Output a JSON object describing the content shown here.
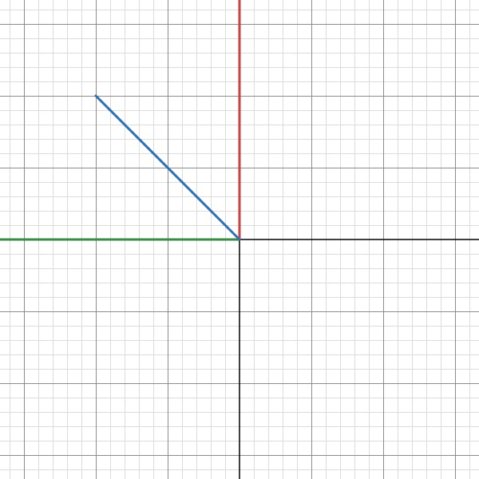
{
  "chart_data": {
    "type": "line",
    "title": "",
    "xlabel": "",
    "ylabel": "",
    "xlim": [
      -10,
      10
    ],
    "ylim": [
      -10,
      10
    ],
    "grid": true,
    "major_step": 3,
    "minor_step": 0.6,
    "tick_labels_shown": false,
    "axis_color": "#000000",
    "major_grid_color": "#8c8c8c",
    "minor_grid_color": "#dcdcdc",
    "series": [
      {
        "x": [
          -10,
          0
        ],
        "y": [
          0,
          0
        ],
        "color": "#388c46"
      },
      {
        "x": [
          0,
          0
        ],
        "y": [
          0,
          10
        ],
        "color": "#c74440"
      },
      {
        "x": [
          -6,
          0
        ],
        "y": [
          6,
          0
        ],
        "color": "#2d70b3"
      }
    ]
  }
}
